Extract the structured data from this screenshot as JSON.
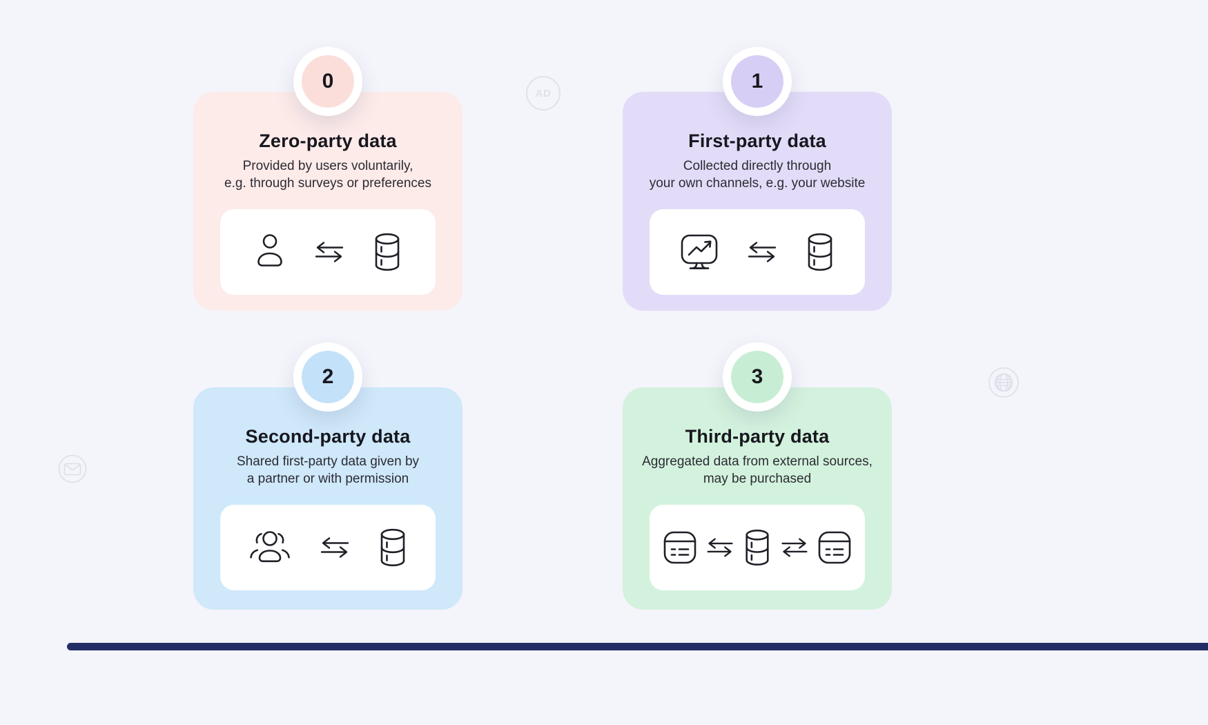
{
  "page": {
    "background": "#f4f4fb",
    "footer_bar_color": "#242e66"
  },
  "watermarks": {
    "ad_label": "AD",
    "color": "#e1e1ee"
  },
  "cards": [
    {
      "number": "0",
      "title": "Zero-party data",
      "description": [
        "Provided by users voluntarily,",
        "e.g. through surveys or preferences"
      ],
      "card_bg": "#fdebe9",
      "badge_bg": "#fbdeda",
      "icons": [
        "user-icon",
        "exchange-arrows-icon",
        "database-icon"
      ]
    },
    {
      "number": "1",
      "title": "First-party data",
      "description": [
        "Collected directly through",
        "your own channels, e.g. your website"
      ],
      "card_bg": "#e2dcf8",
      "badge_bg": "#d7cef5",
      "icons": [
        "monitor-chart-icon",
        "exchange-arrows-icon",
        "database-icon"
      ]
    },
    {
      "number": "2",
      "title": "Second-party data",
      "description": [
        "Shared first-party data given by",
        "a partner or with permission"
      ],
      "card_bg": "#cfe8fa",
      "badge_bg": "#c3e1f8",
      "icons": [
        "user-group-icon",
        "exchange-arrows-icon",
        "database-icon"
      ]
    },
    {
      "number": "3",
      "title": "Third-party data",
      "description": [
        "Aggregated data from external sources,",
        "may be purchased"
      ],
      "card_bg": "#d3f2dd",
      "badge_bg": "#c7eed4",
      "icons": [
        "server-list-icon",
        "exchange-arrows-left-right-icon",
        "database-icon",
        "exchange-arrows-right-left-icon",
        "server-list-icon"
      ]
    }
  ]
}
